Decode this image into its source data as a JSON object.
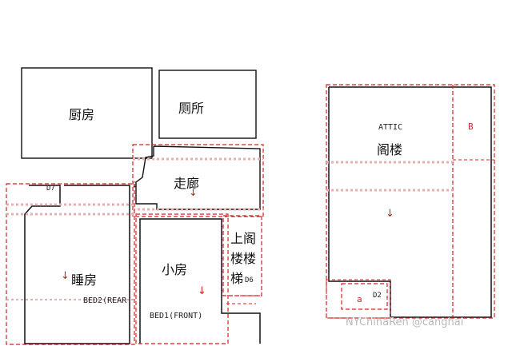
{
  "rooms": {
    "kitchen": "厨房",
    "toilet": "厕所",
    "hallway": "走廊",
    "bedroom": "睡房",
    "small_room": "小房",
    "attic": "阁楼",
    "stairs": [
      "上阁",
      "楼楼",
      "梯"
    ]
  },
  "codes": {
    "attic": "ATTIC",
    "bed2": "BED2(REAR",
    "bed1": "BED1(FRONT)"
  },
  "doors": {
    "d7": "D7",
    "d2": "2",
    "d6": "D6",
    "d2_attic": "D2"
  },
  "marks": {
    "b": "B",
    "a": "a"
  },
  "arrow_glyph": "↓",
  "watermark": "NYChinaRen @canghai",
  "colors": {
    "wall": "#111111",
    "overlay": "#d42020",
    "watermark": "#b9b9b9"
  }
}
